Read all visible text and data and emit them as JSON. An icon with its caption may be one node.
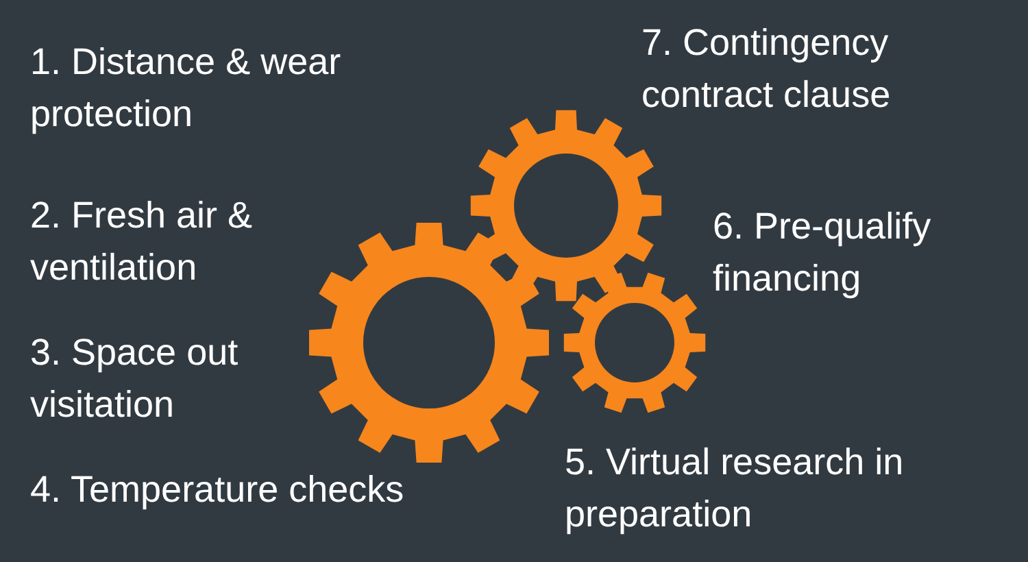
{
  "diagram": {
    "labels": [
      "1. Distance & wear protection",
      "2. Fresh air & ventilation",
      "3. Space out visitation",
      "4. Temperature checks",
      "7. Contingency contract clause",
      "6. Pre-qualify financing",
      "5. Virtual research in preparation"
    ]
  }
}
